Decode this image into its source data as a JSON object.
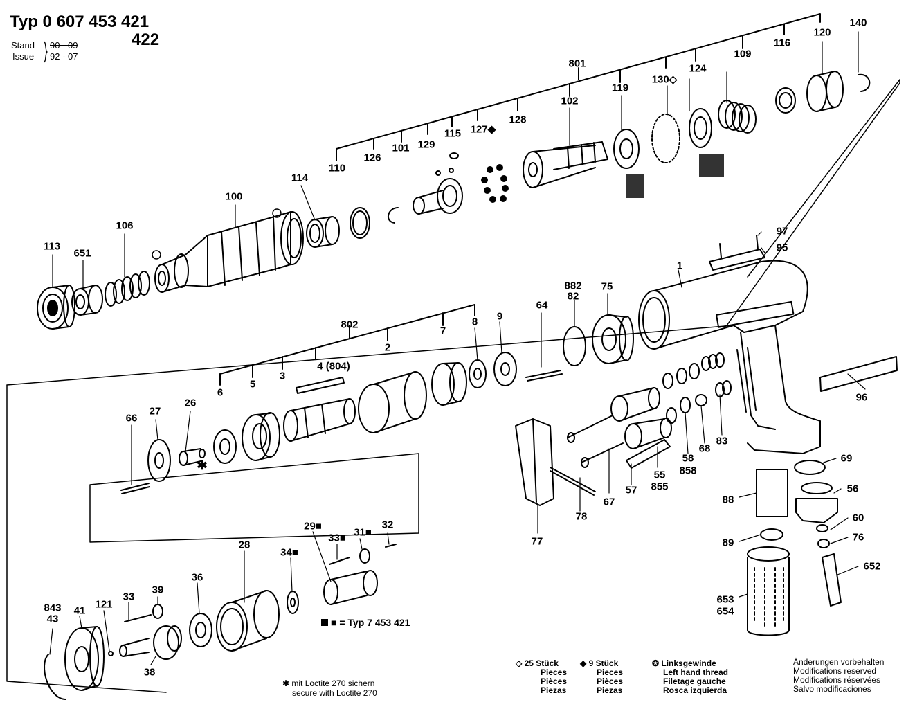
{
  "header": {
    "title": "Typ 0 607 453 421",
    "model_alt": "422",
    "stand_label": "Stand",
    "stand_value": "90 - 09",
    "issue_label": "Issue",
    "issue_value": "92 - 07"
  },
  "parts": [
    {
      "id": "p140",
      "label": "140"
    },
    {
      "id": "p120",
      "label": "120"
    },
    {
      "id": "p116",
      "label": "116"
    },
    {
      "id": "p109",
      "label": "109"
    },
    {
      "id": "p124",
      "label": "124"
    },
    {
      "id": "p130",
      "label": "130◇"
    },
    {
      "id": "p119",
      "label": "119"
    },
    {
      "id": "p801",
      "label": "801"
    },
    {
      "id": "p102",
      "label": "102"
    },
    {
      "id": "p128",
      "label": "128"
    },
    {
      "id": "p127",
      "label": "127◆"
    },
    {
      "id": "p115",
      "label": "115"
    },
    {
      "id": "p129",
      "label": "129"
    },
    {
      "id": "p101",
      "label": "101"
    },
    {
      "id": "p126",
      "label": "126"
    },
    {
      "id": "p110",
      "label": "110"
    },
    {
      "id": "p114",
      "label": "114"
    },
    {
      "id": "p100",
      "label": "100"
    },
    {
      "id": "p106",
      "label": "106"
    },
    {
      "id": "p113",
      "label": "113"
    },
    {
      "id": "p651",
      "label": "651"
    },
    {
      "id": "p97",
      "label": "97"
    },
    {
      "id": "p95",
      "label": "95"
    },
    {
      "id": "p1",
      "label": "1"
    },
    {
      "id": "p882",
      "label": "882"
    },
    {
      "id": "p82",
      "label": "82"
    },
    {
      "id": "p75",
      "label": "75"
    },
    {
      "id": "p64",
      "label": "64"
    },
    {
      "id": "p9",
      "label": "9"
    },
    {
      "id": "p8",
      "label": "8"
    },
    {
      "id": "p7",
      "label": "7"
    },
    {
      "id": "p802",
      "label": "802"
    },
    {
      "id": "p2",
      "label": "2"
    },
    {
      "id": "p4",
      "label": "4 (804)"
    },
    {
      "id": "p3",
      "label": "3"
    },
    {
      "id": "p5",
      "label": "5"
    },
    {
      "id": "p6",
      "label": "6"
    },
    {
      "id": "p26",
      "label": "26"
    },
    {
      "id": "p27",
      "label": "27"
    },
    {
      "id": "p66",
      "label": "66"
    },
    {
      "id": "p96",
      "label": "96"
    },
    {
      "id": "p69",
      "label": "69"
    },
    {
      "id": "p56",
      "label": "56"
    },
    {
      "id": "p60",
      "label": "60"
    },
    {
      "id": "p76",
      "label": "76"
    },
    {
      "id": "p652",
      "label": "652"
    },
    {
      "id": "p88",
      "label": "88"
    },
    {
      "id": "p89",
      "label": "89"
    },
    {
      "id": "p653",
      "label": "653"
    },
    {
      "id": "p654",
      "label": "654"
    },
    {
      "id": "p83",
      "label": "83"
    },
    {
      "id": "p68",
      "label": "68"
    },
    {
      "id": "p58",
      "label": "58"
    },
    {
      "id": "p858",
      "label": "858"
    },
    {
      "id": "p55",
      "label": "55"
    },
    {
      "id": "p855",
      "label": "855"
    },
    {
      "id": "p57",
      "label": "57"
    },
    {
      "id": "p67",
      "label": "67"
    },
    {
      "id": "p78",
      "label": "78"
    },
    {
      "id": "p77",
      "label": "77"
    },
    {
      "id": "p32",
      "label": "32"
    },
    {
      "id": "p31",
      "label": "31■"
    },
    {
      "id": "p33a",
      "label": "33■"
    },
    {
      "id": "p29",
      "label": "29■"
    },
    {
      "id": "p34",
      "label": "34■"
    },
    {
      "id": "p28",
      "label": "28"
    },
    {
      "id": "p36",
      "label": "36"
    },
    {
      "id": "p39",
      "label": "39"
    },
    {
      "id": "p33",
      "label": "33"
    },
    {
      "id": "p121",
      "label": "121"
    },
    {
      "id": "p41",
      "label": "41"
    },
    {
      "id": "p843",
      "label": "843"
    },
    {
      "id": "p43",
      "label": "43"
    },
    {
      "id": "p38",
      "label": "38"
    }
  ],
  "star_mark": "✱",
  "typ_note": "■ = Typ  7 453 421",
  "legend": {
    "qty25": [
      "◇ 25 Stück",
      "Pieces",
      "Pièces",
      "Piezas"
    ],
    "qty9": [
      "◆ 9 Stück",
      "Pieces",
      "Pièces",
      "Piezas"
    ],
    "lh": [
      "✪ Linksgewinde",
      "Left hand thread",
      "Filetage gauche",
      "Rosca izquierda"
    ],
    "mods": [
      "Änderungen vorbehalten",
      "Modifications reserved",
      "Modifications réservées",
      "Salvo modificaciones"
    ],
    "loctite": [
      "✱ mit Loctite 270 sichern",
      "secure with Loctite 270"
    ]
  }
}
